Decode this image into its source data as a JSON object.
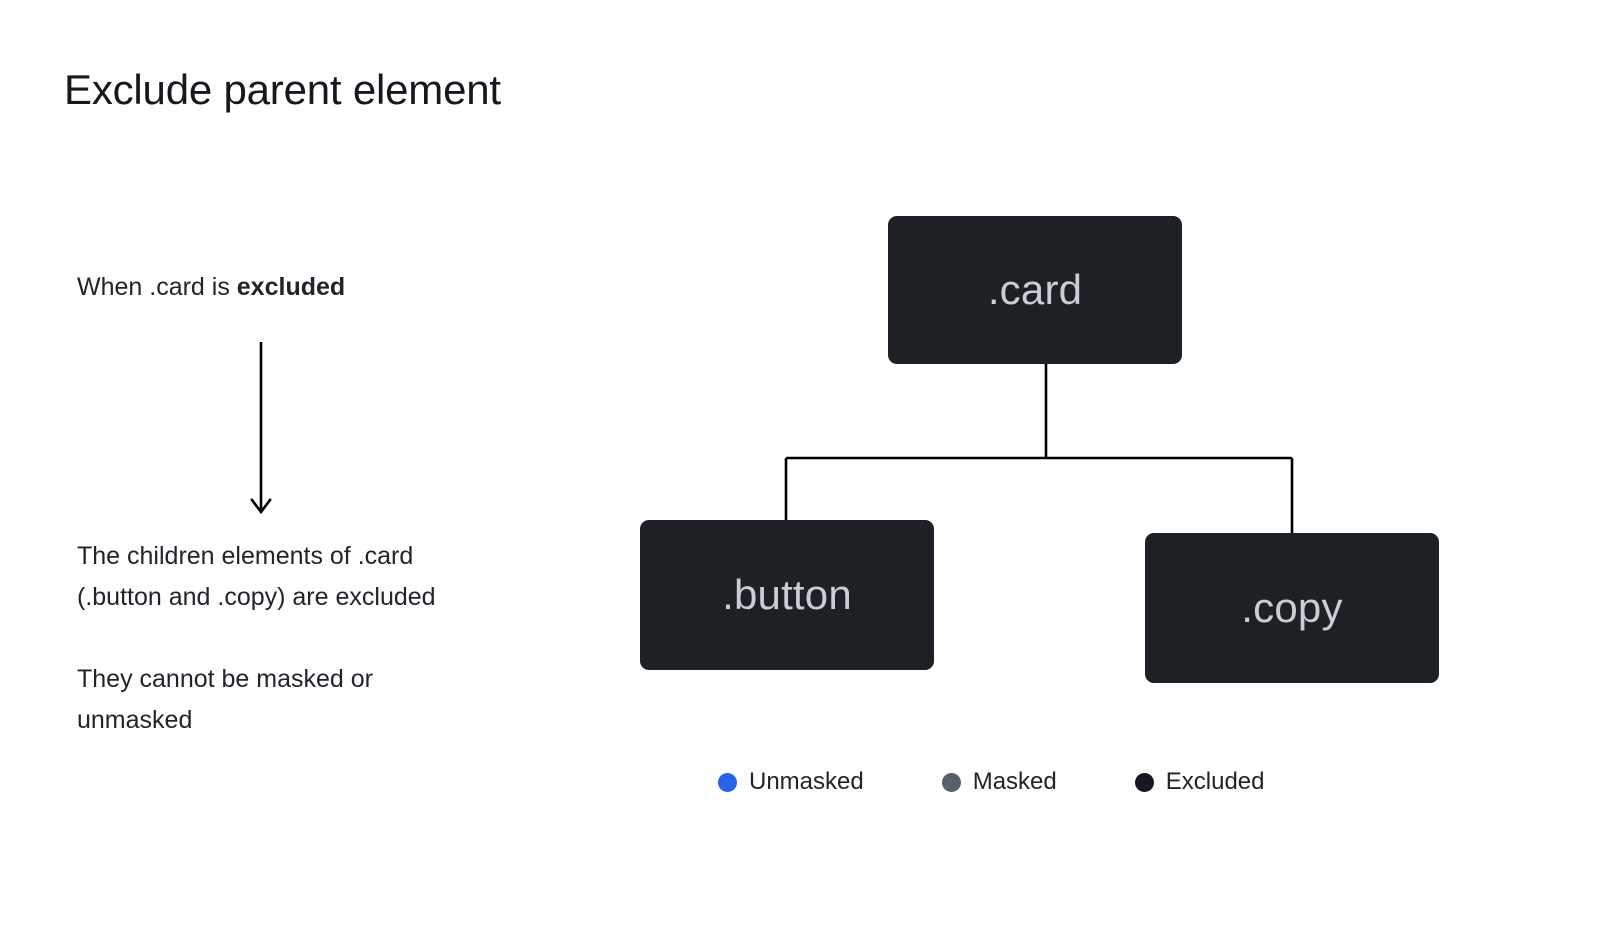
{
  "page": {
    "title": "Exclude parent element",
    "background_color": "#ffffff"
  },
  "explanation": {
    "lead_prefix": "When .card is ",
    "lead_emphasis": "excluded",
    "arrow_icon": "down-arrow-icon",
    "paragraphs": [
      "The children elements of .card (.button and .copy) are excluded",
      "They cannot be masked or unmasked"
    ]
  },
  "diagram": {
    "type": "tree",
    "node_color": "#1d2025",
    "node_text_color": "#c9ced5",
    "connector_color": "#000000",
    "nodes": [
      {
        "id": "card",
        "label": ".card",
        "state": "Excluded"
      },
      {
        "id": "button",
        "label": ".button",
        "state": "Excluded"
      },
      {
        "id": "copy",
        "label": ".copy",
        "state": "Excluded"
      }
    ],
    "edges": [
      {
        "from": "card",
        "to": "button"
      },
      {
        "from": "card",
        "to": "copy"
      }
    ]
  },
  "legend": {
    "items": [
      {
        "label": "Unmasked",
        "color": "#2563eb"
      },
      {
        "label": "Masked",
        "color": "#5a5f6b"
      },
      {
        "label": "Excluded",
        "color": "#16181d"
      }
    ]
  }
}
